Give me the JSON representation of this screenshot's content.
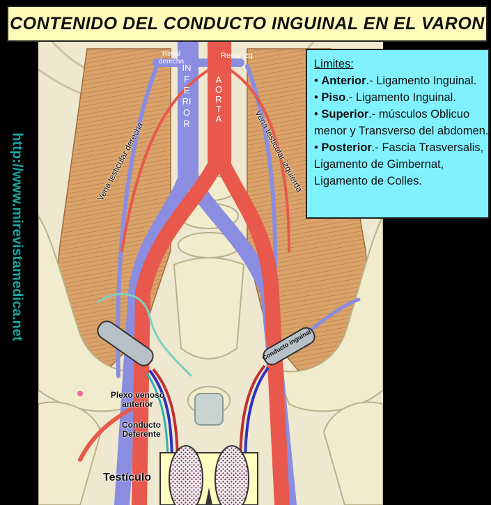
{
  "title": "CONTENIDO DEL CONDUCTO INGUINAL EN EL VARON",
  "side_url": "http://www.mirevistamedica.net",
  "limits": {
    "heading": "Limites:",
    "items": [
      {
        "term": "Anterior",
        "text": ".- Ligamento Inguinal."
      },
      {
        "term": "Piso",
        "text": ".- Ligamento Inguinal."
      },
      {
        "term": "Superior",
        "text": ".- músculos Oblicuo menor y Transverso del abdomen."
      },
      {
        "term": "Posterior",
        "text": ".- Fascia Trasversalis, Ligamento de Gimbernat, Ligamento de Colles."
      }
    ],
    "lines": {
      "l3b": "menor y Transverso del abdomen.",
      "l4b": "Ligamento de Gimbernat,",
      "l4c": "Ligamento de Colles."
    }
  },
  "labels": {
    "renal_derecha": "Renal derecha",
    "renal_izq": "Renal izq",
    "cava_inferior": "INFERIOR",
    "aorta": "A O R T A",
    "vena_testicular_derecha": "Vena testicular derecha",
    "vena_testicular_izquierda": "Vena testicular izquierda",
    "conducto_inguinal": "Conducto inguinal",
    "plexo_venoso": "Plexo venoso anterior",
    "conducto_deferente": "Conducto Deferente",
    "testiculo": "Testículo"
  },
  "colors": {
    "artery": "#e8584c",
    "vein": "#8a8de0",
    "muscle": "#d9a36a",
    "bone": "#f1eccc",
    "background": "#ede8cf",
    "limits_box": "#7ff1ff",
    "title_box": "#fffbbb",
    "url_text": "#1aa6a6"
  }
}
